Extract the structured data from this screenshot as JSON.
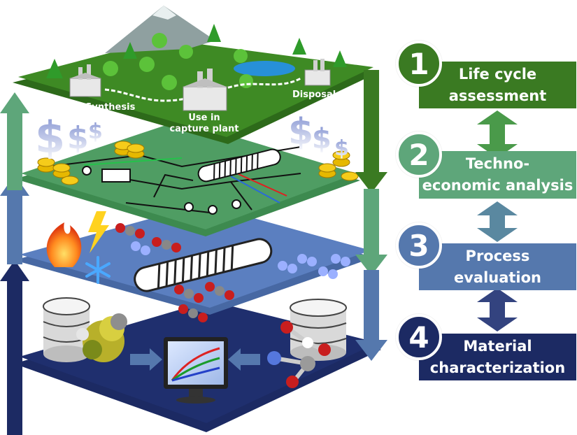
{
  "layers": {
    "lca": {
      "stages": {
        "synthesis": "Synthesis",
        "use_line1": "Use in",
        "use_line2": "capture plant",
        "disposal": "Disposal"
      }
    }
  },
  "steps": [
    {
      "number": "1",
      "label": "Life cycle\nassessment",
      "color": "#3a7a22"
    },
    {
      "number": "2",
      "label": "Techno-\neconomic analysis",
      "color": "#5ea67a"
    },
    {
      "number": "3",
      "label": "Process\nevaluation",
      "color": "#5578ad"
    },
    {
      "number": "4",
      "label": "Material\ncharacterization",
      "color": "#1c2a63"
    }
  ],
  "currency_symbols": [
    "$",
    "$",
    "$"
  ],
  "colors": {
    "lca_green": "#3a7a22",
    "tea_green": "#5ea67a",
    "process_blue": "#5578ad",
    "material_navy": "#1c2a63"
  }
}
